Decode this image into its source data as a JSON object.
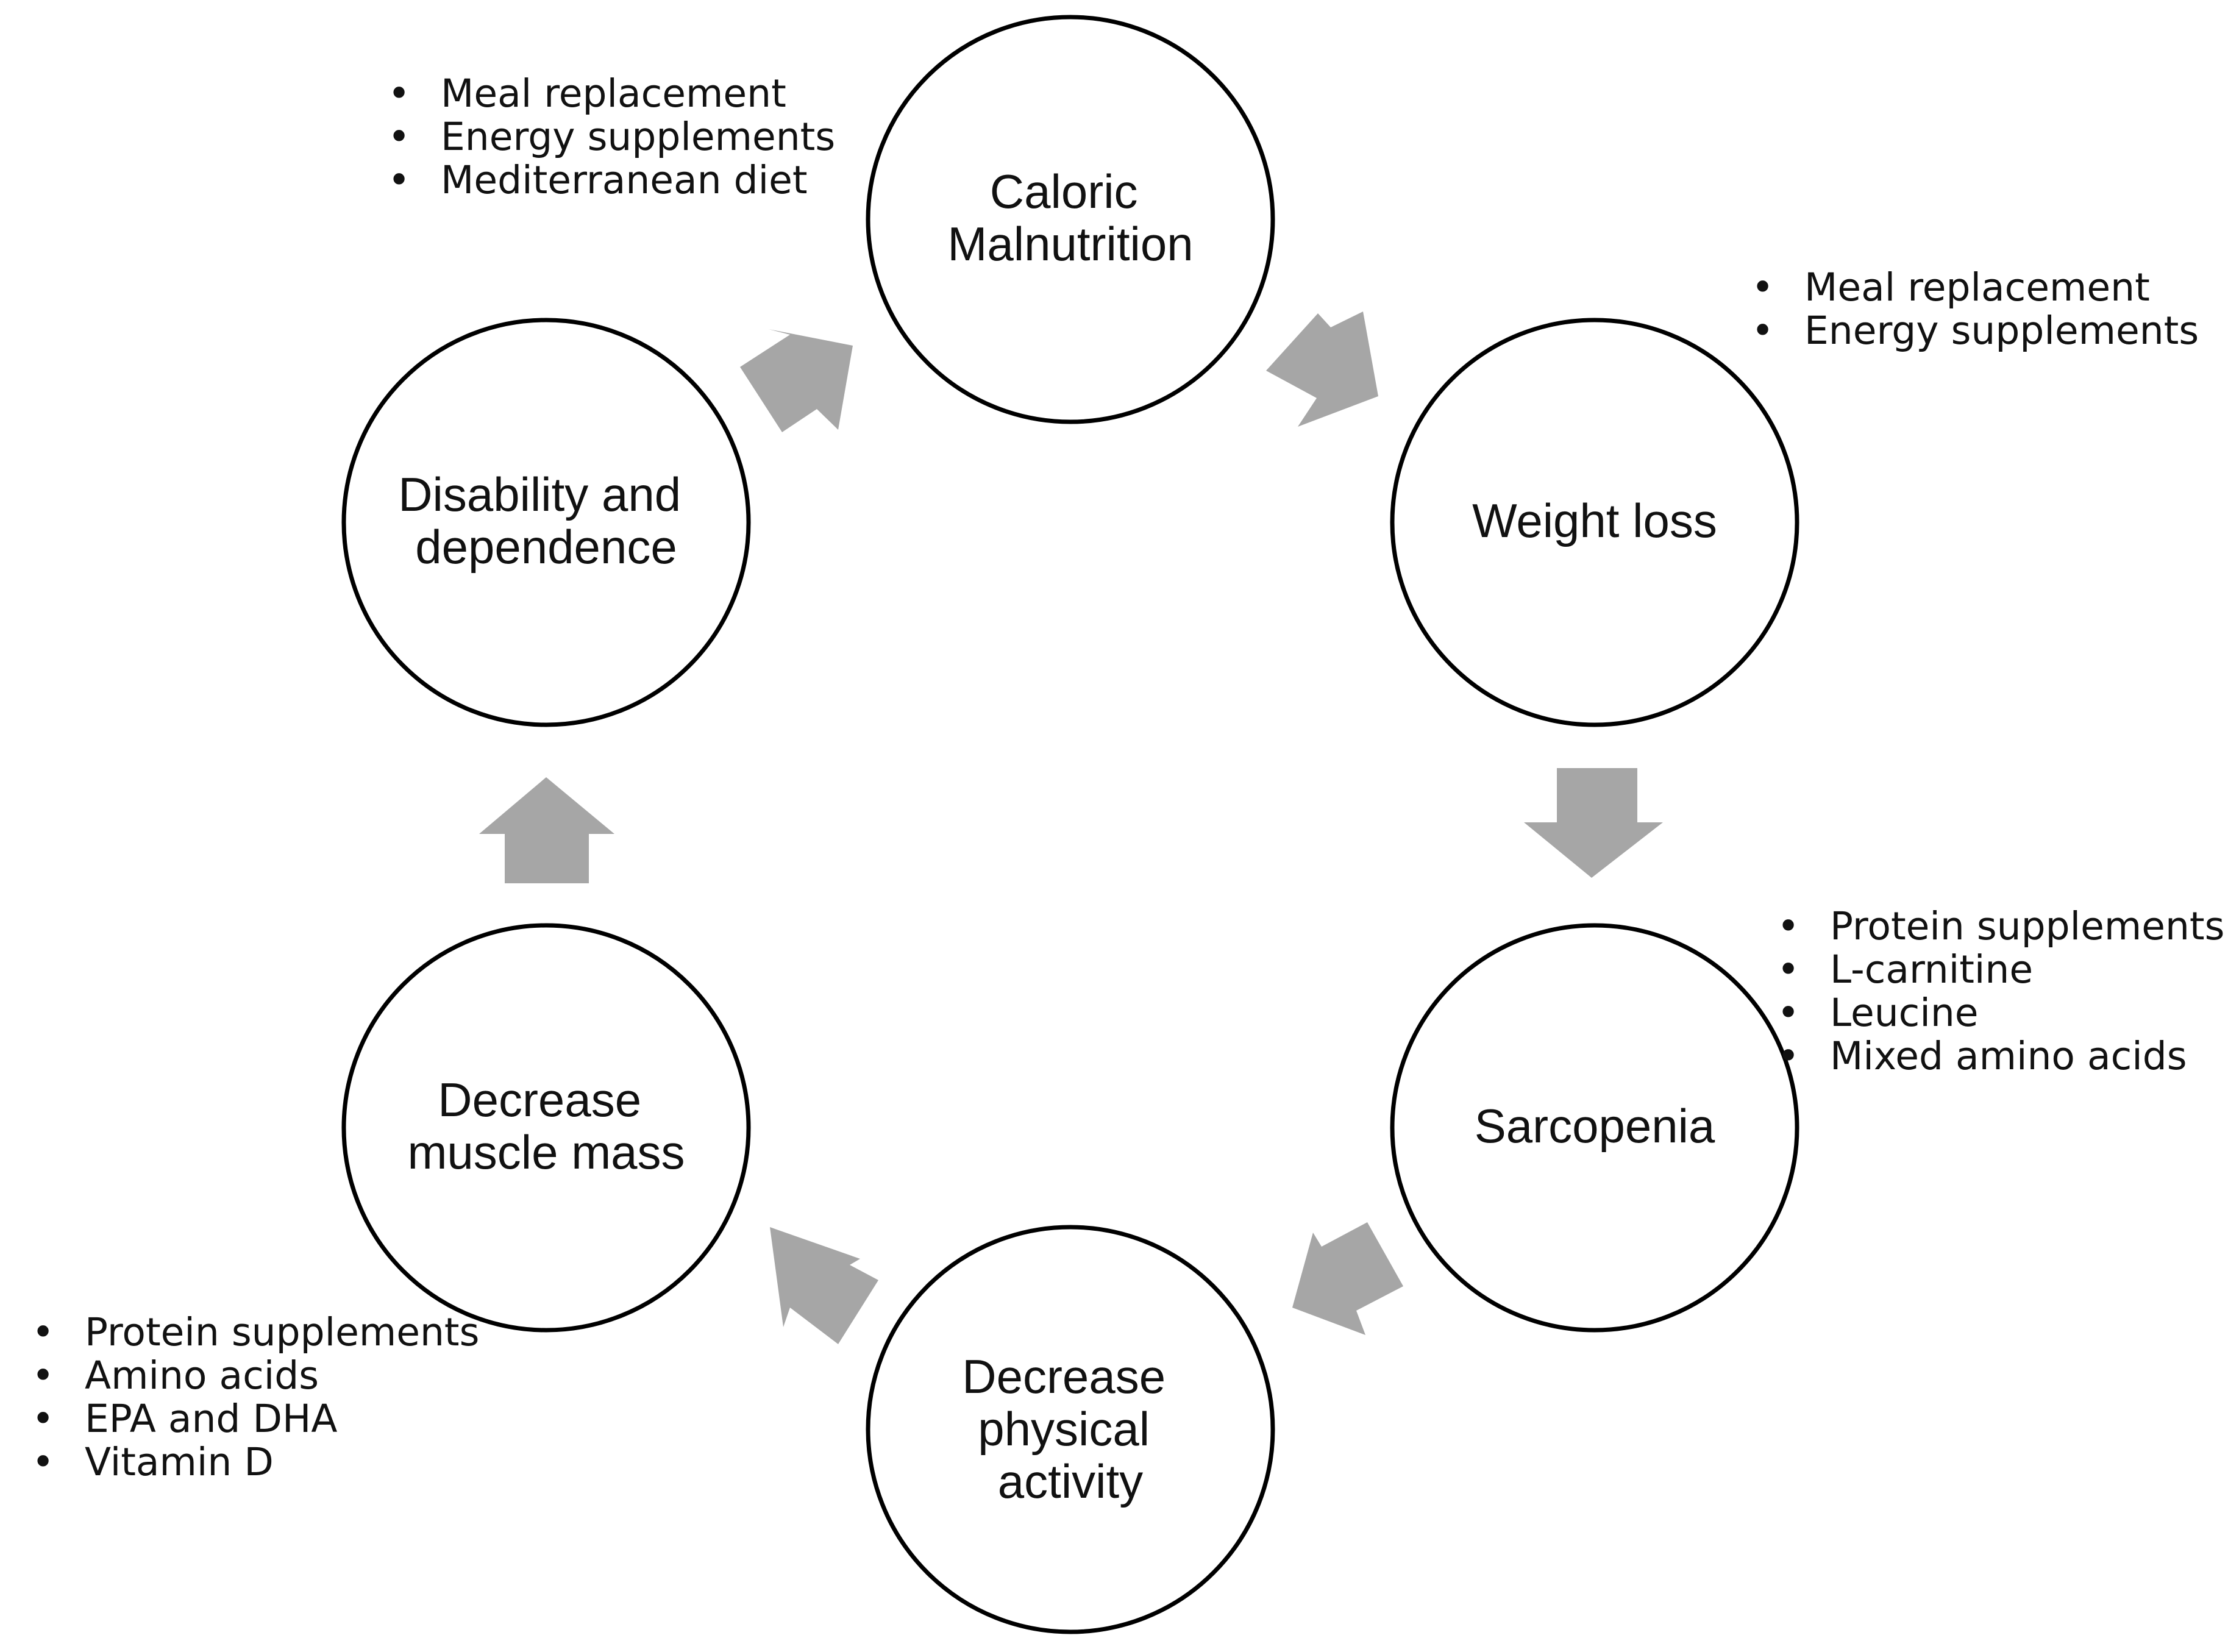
{
  "nodes": [
    {
      "id": "caloric-malnutrition",
      "lines": [
        "Caloric",
        "Malnutrition"
      ]
    },
    {
      "id": "weight-loss",
      "lines": [
        "Weight loss"
      ]
    },
    {
      "id": "sarcopenia",
      "lines": [
        "Sarcopenia"
      ]
    },
    {
      "id": "decrease-physical-activity",
      "lines": [
        "Decrease",
        "physical",
        "activity"
      ]
    },
    {
      "id": "decrease-muscle-mass",
      "lines": [
        "Decrease",
        "muscle mass"
      ]
    },
    {
      "id": "disability-and-dependence",
      "lines": [
        "Disability and",
        "dependence"
      ]
    }
  ],
  "interventions": {
    "caloric_malnutrition": [
      "Meal replacement",
      "Energy supplements",
      "Mediterranean diet"
    ],
    "weight_loss": [
      "Meal replacement",
      "Energy supplements"
    ],
    "sarcopenia": [
      "Protein supplements",
      "L-carnitine",
      "Leucine",
      "Mixed amino acids"
    ],
    "decrease_muscle_mass": [
      "Protein supplements",
      "Amino acids",
      "EPA and DHA",
      "Vitamin D"
    ]
  },
  "colors": {
    "arrow": "#a6a6a6",
    "circle_stroke": "#000000",
    "text": "#111111"
  }
}
